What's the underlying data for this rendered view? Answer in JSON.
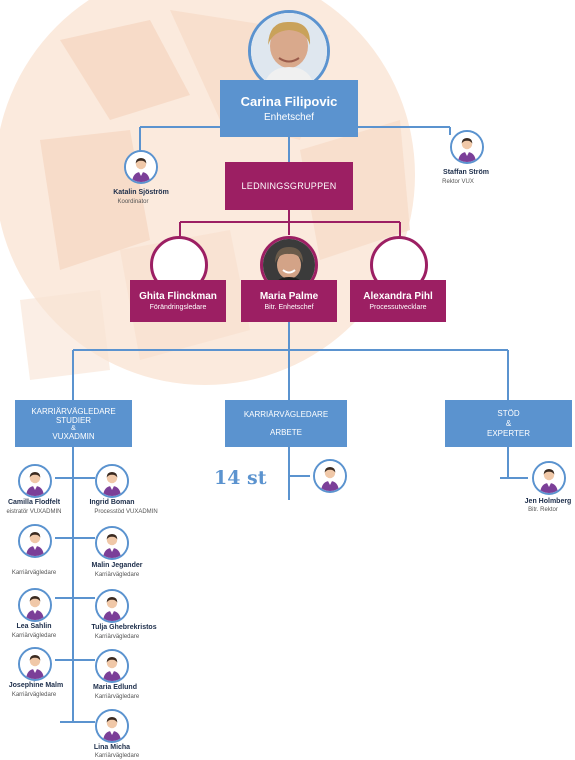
{
  "head": {
    "name": "Carina Filipovic",
    "title": "Enhetschef"
  },
  "staff_left": {
    "name": "Katalin Sjöström",
    "role": "Koordinator"
  },
  "staff_right": {
    "name": "Staffan Ström",
    "role": "Rektor VUX"
  },
  "leadership_group": {
    "label": "LEDNINGSGRUPPEN"
  },
  "leaders": [
    {
      "name": "Ghita Flinckman",
      "role": "Förändringsledare"
    },
    {
      "name": "Maria Palme",
      "role": "Bitr. Enhetschef"
    },
    {
      "name": "Alexandra Pihl",
      "role": "Processutvecklare"
    }
  ],
  "units": [
    {
      "line1": "KARRIÄRVÄGLEDARE",
      "line2": "STUDIER",
      "line3": "&",
      "line4": "VUXADMIN"
    },
    {
      "line1": "KARRIÄRVÄGLEDARE",
      "line2": "",
      "line3": "ARBETE",
      "line4": ""
    },
    {
      "line1": "STÖD",
      "line2": "&",
      "line3": "EXPERTER",
      "line4": ""
    }
  ],
  "work_count": "14 st",
  "experts": [
    {
      "name": "Jen Holmberg",
      "role": "Bitr. Rektor"
    }
  ],
  "studies_left": [
    {
      "name": "Camilla Flodfelt",
      "role": "eistratör VUXADMIN"
    },
    {
      "name": "",
      "role": "Karriärvägledare"
    },
    {
      "name": "Lea Sahlin",
      "role": "Karriärvägledare"
    },
    {
      "name": "Josephine Malm",
      "role": "Karriärvägledare"
    }
  ],
  "studies_right": [
    {
      "name": "Ingrid Boman",
      "role": "Processtöd VUXADMIN"
    },
    {
      "name": "Malin Jegander",
      "role": "Karriärvägledare"
    },
    {
      "name": "Tulja Ghebrekristos",
      "role": "Karriärvägledare"
    },
    {
      "name": "Maria Edlund",
      "role": "Karriärvägledare"
    },
    {
      "name": "Lina Micha",
      "role": "Karriärvägledare"
    }
  ],
  "colors": {
    "blue": "#5b93cf",
    "maroon": "#9c1f63",
    "watermark": "#f6d8c4"
  },
  "icons": {
    "person": "person-icon",
    "logo": "logo-watermark"
  }
}
